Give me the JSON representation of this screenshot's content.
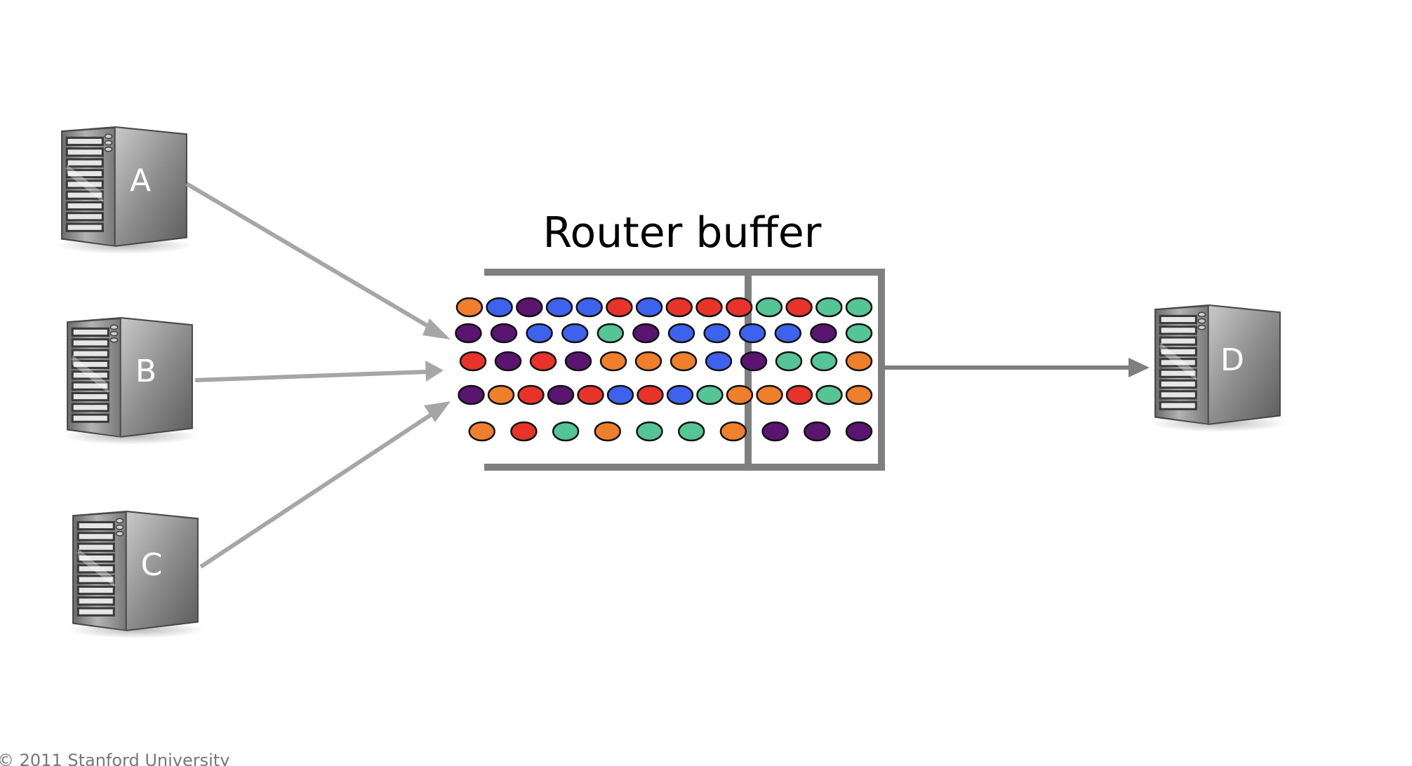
{
  "title": "Router buffer",
  "footer": "© 2011 Stanford University",
  "servers": [
    {
      "id": "A",
      "label": "A"
    },
    {
      "id": "B",
      "label": "B"
    },
    {
      "id": "C",
      "label": "C"
    },
    {
      "id": "D",
      "label": "D"
    }
  ],
  "colors": {
    "orange": "#F07F2C",
    "blue": "#3D62EE",
    "purple": "#5A1570",
    "red": "#E8332A",
    "green": "#55C596",
    "wall": "#7f7f7f",
    "arrow": "#a6a6a6"
  },
  "buffer_rows": [
    [
      "orange",
      "blue",
      "purple",
      "blue",
      "blue",
      "red",
      "blue",
      "red",
      "red",
      "red",
      "green",
      "red",
      "green",
      "green"
    ],
    [
      "purple",
      "purple",
      "blue",
      "blue",
      "green",
      "purple",
      "blue",
      "blue",
      "blue",
      "blue",
      "purple",
      "green"
    ],
    [
      "red",
      "purple",
      "red",
      "purple",
      "orange",
      "orange",
      "orange",
      "blue",
      "purple",
      "green",
      "green",
      "orange"
    ],
    [
      "purple",
      "orange",
      "red",
      "purple",
      "red",
      "blue",
      "red",
      "blue",
      "green",
      "orange",
      "orange",
      "red",
      "green",
      "orange"
    ],
    [
      "orange",
      "red",
      "green",
      "orange",
      "green",
      "green",
      "orange",
      "purple",
      "purple",
      "purple"
    ]
  ]
}
